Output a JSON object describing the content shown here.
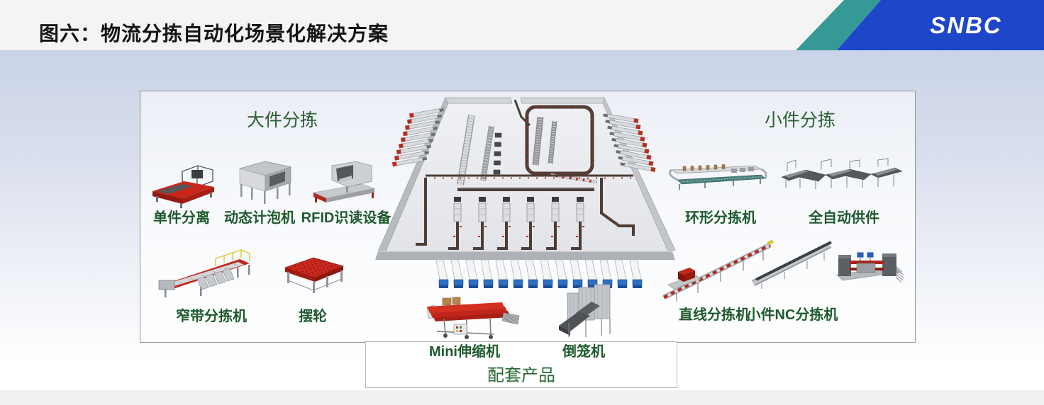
{
  "header": {
    "title": "图六：物流分拣自动化场景化解决方案",
    "logo": "SNBC"
  },
  "sections": {
    "large": {
      "heading": "大件分拣",
      "items": [
        {
          "label": "单件分离"
        },
        {
          "label": "动态计泡机"
        },
        {
          "label": "RFID识读设备"
        },
        {
          "label": "窄带分拣机"
        },
        {
          "label": "摆轮"
        }
      ]
    },
    "small": {
      "heading": "小件分拣",
      "items": [
        {
          "label": "环形分拣机"
        },
        {
          "label": "全自动供件"
        },
        {
          "label": "直线分拣机"
        },
        {
          "label": "小件NC分拣机"
        }
      ]
    },
    "accessory": {
      "heading": "配套产品",
      "items": [
        {
          "label": "Mini伸缩机"
        },
        {
          "label": "倒笼机"
        }
      ]
    }
  },
  "colors": {
    "header_teal": "#359a95",
    "header_blue": "#1e46c9",
    "logo_white": "#ffffff",
    "section_heading_green": "#2d6034",
    "item_label_green": "#1e5a2d",
    "machine_red": "#c1261c",
    "bin_blue": "#2f6fc2",
    "background_top": "#cbd5e9"
  }
}
